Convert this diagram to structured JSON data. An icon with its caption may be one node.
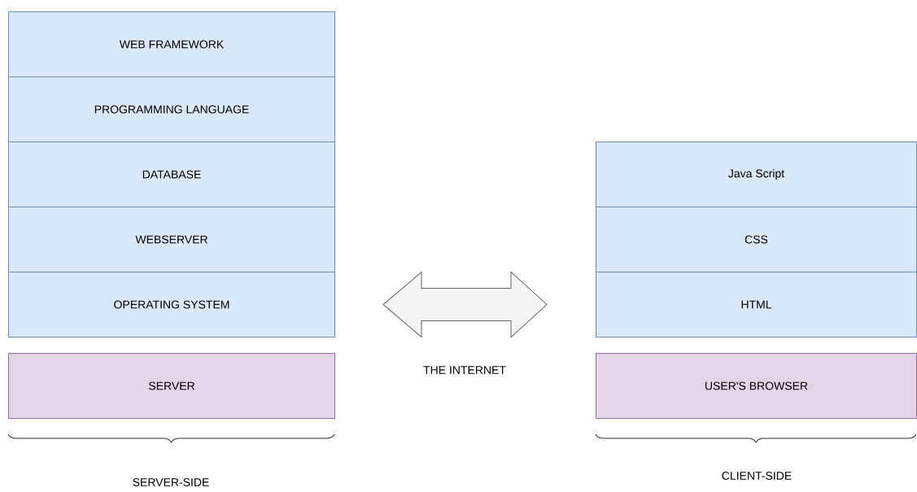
{
  "diagram": {
    "nodes": [
      {
        "text": [
          "WEB FRAMEWORK"
        ]
      },
      {
        "text": [
          "PROGRAMMING LANGUAGE"
        ]
      },
      {
        "text": [
          "DATABASE"
        ]
      },
      {
        "text": [
          "WEBSERVER"
        ]
      },
      {
        "text": [
          "OPERATING SYSTEM"
        ]
      },
      {
        "text": [
          "SERVER"
        ]
      },
      {
        "text": [
          "Java Script"
        ]
      },
      {
        "text": [
          "CSS"
        ]
      },
      {
        "text": [
          "HTML"
        ]
      },
      {
        "text": [
          "USER'S BROWSER"
        ]
      }
    ],
    "edges": [
      {
        "from": 4,
        "to": 8,
        "arrow": "both"
      }
    ],
    "labels": [
      "THE INTERNET",
      "SERVER-SIDE",
      "CLIENT-SIDE"
    ]
  }
}
